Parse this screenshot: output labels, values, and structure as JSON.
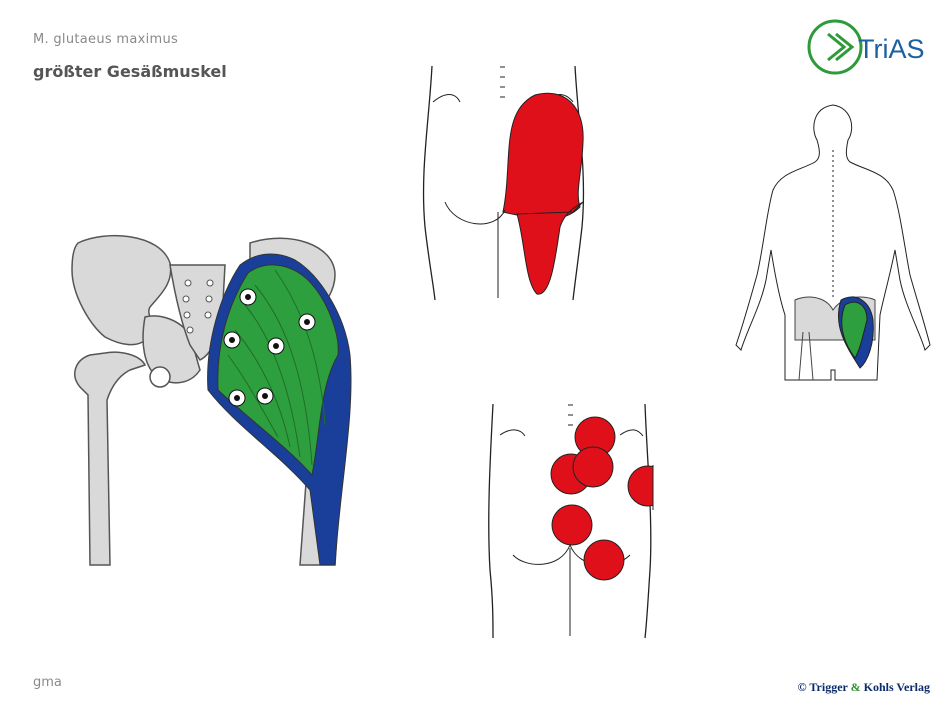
{
  "header": {
    "latin_name": "M. glutaeus maximus",
    "german_name": "größter Gesäßmuskel"
  },
  "footer": {
    "code": "gma",
    "copyright_prefix": "© Trigger ",
    "copyright_amp": "&",
    "copyright_suffix": " Kohls Verlag"
  },
  "logo": {
    "text": "TriAS"
  },
  "colors": {
    "muscle_green": "#2e9f3e",
    "muscle_blue": "#1a3f9a",
    "pain_red": "#e0101a",
    "bone_gray": "#d9d9d9",
    "logo_green": "#2f9a3a",
    "logo_blue": "#1d5fa0"
  }
}
